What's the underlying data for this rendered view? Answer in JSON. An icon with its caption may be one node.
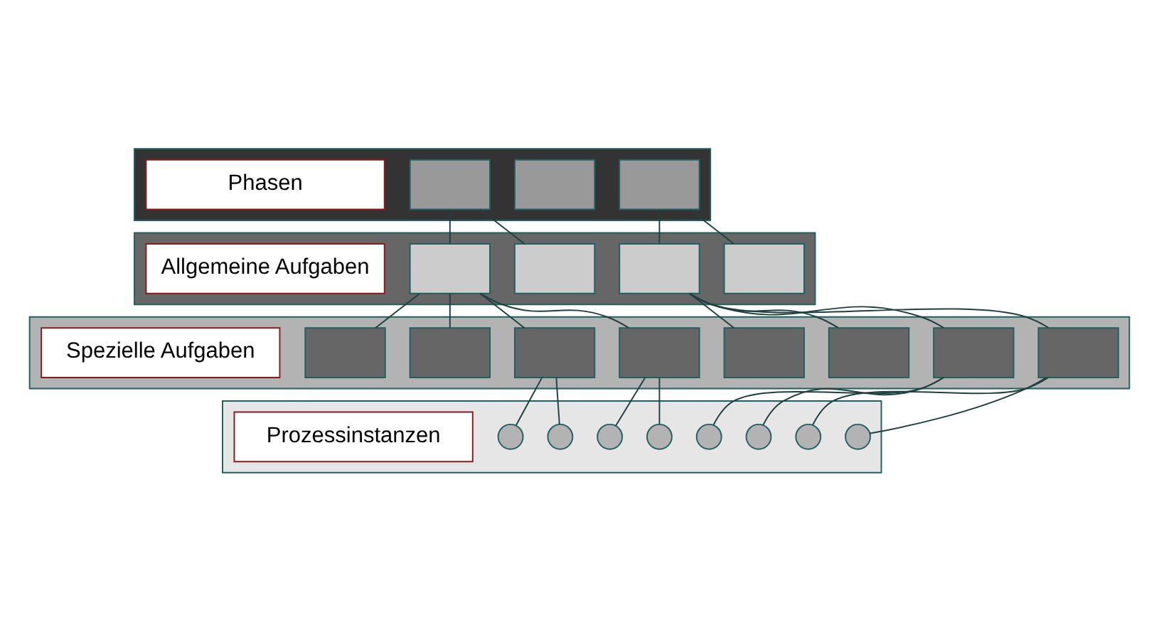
{
  "diagram": {
    "nodes": [
      {
        "text": [],
        "shape": "box"
      },
      {
        "text": [
          "Phasen"
        ],
        "in": 0
      },
      {
        "text": [],
        "shape": "box",
        "in": 0
      },
      {
        "text": [],
        "shape": "box",
        "in": 0
      },
      {
        "text": [],
        "shape": "box",
        "in": 0
      },
      {
        "text": [],
        "shape": "box"
      },
      {
        "text": [
          "Allgemeine Aufgaben"
        ],
        "in": 5
      },
      {
        "text": [],
        "shape": "box",
        "in": 5
      },
      {
        "text": [],
        "shape": "box",
        "in": 5
      },
      {
        "text": [],
        "shape": "box",
        "in": 5
      },
      {
        "text": [],
        "shape": "box",
        "in": 5
      },
      {
        "text": [],
        "shape": "box"
      },
      {
        "text": [
          "Spezielle Aufgaben"
        ],
        "in": 11
      },
      {
        "text": [],
        "shape": "box",
        "in": 11
      },
      {
        "text": [],
        "shape": "box",
        "in": 11
      },
      {
        "text": [],
        "shape": "box",
        "in": 11
      },
      {
        "text": [],
        "shape": "box",
        "in": 11
      },
      {
        "text": [],
        "shape": "box",
        "in": 11
      },
      {
        "text": [],
        "shape": "box",
        "in": 11
      },
      {
        "text": [],
        "shape": "box",
        "in": 11
      },
      {
        "text": [],
        "shape": "box",
        "in": 11
      },
      {
        "text": [],
        "shape": "box"
      },
      {
        "text": [
          "Prozessinstanzen"
        ],
        "in": 21
      },
      {
        "text": [],
        "shape": "circle",
        "in": 21
      },
      {
        "text": [],
        "shape": "circle",
        "in": 21
      },
      {
        "text": [],
        "shape": "circle",
        "in": 21
      },
      {
        "text": [],
        "shape": "circle",
        "in": 21
      },
      {
        "text": [],
        "shape": "circle",
        "in": 21
      },
      {
        "text": [],
        "shape": "circle",
        "in": 21
      },
      {
        "text": [],
        "shape": "circle",
        "in": 21
      },
      {
        "text": [],
        "shape": "circle",
        "in": 21
      }
    ],
    "edges": [
      {
        "from": 2,
        "to": 7,
        "arrow": "none"
      },
      {
        "from": 2,
        "to": 8,
        "arrow": "none"
      },
      {
        "from": 4,
        "to": 9,
        "arrow": "none"
      },
      {
        "from": 4,
        "to": 10,
        "arrow": "none"
      },
      {
        "from": 7,
        "to": 13,
        "arrow": "none"
      },
      {
        "from": 7,
        "to": 14,
        "arrow": "none"
      },
      {
        "from": 7,
        "to": 15,
        "arrow": "none"
      },
      {
        "from": 7,
        "to": 16,
        "arrow": "none"
      },
      {
        "from": 9,
        "to": 17,
        "arrow": "none"
      },
      {
        "from": 9,
        "to": 18,
        "arrow": "none"
      },
      {
        "from": 9,
        "to": 19,
        "arrow": "none"
      },
      {
        "from": 9,
        "to": 20,
        "arrow": "none"
      },
      {
        "from": 15,
        "to": 23,
        "arrow": "none"
      },
      {
        "from": 15,
        "to": 24,
        "arrow": "none"
      },
      {
        "from": 16,
        "to": 25,
        "arrow": "none"
      },
      {
        "from": 16,
        "to": 26,
        "arrow": "none"
      },
      {
        "from": 19,
        "to": 27,
        "arrow": "none"
      },
      {
        "from": 19,
        "to": 28,
        "arrow": "none"
      },
      {
        "from": 20,
        "to": 29,
        "arrow": "none"
      },
      {
        "from": 20,
        "to": 30,
        "arrow": "none"
      }
    ]
  }
}
